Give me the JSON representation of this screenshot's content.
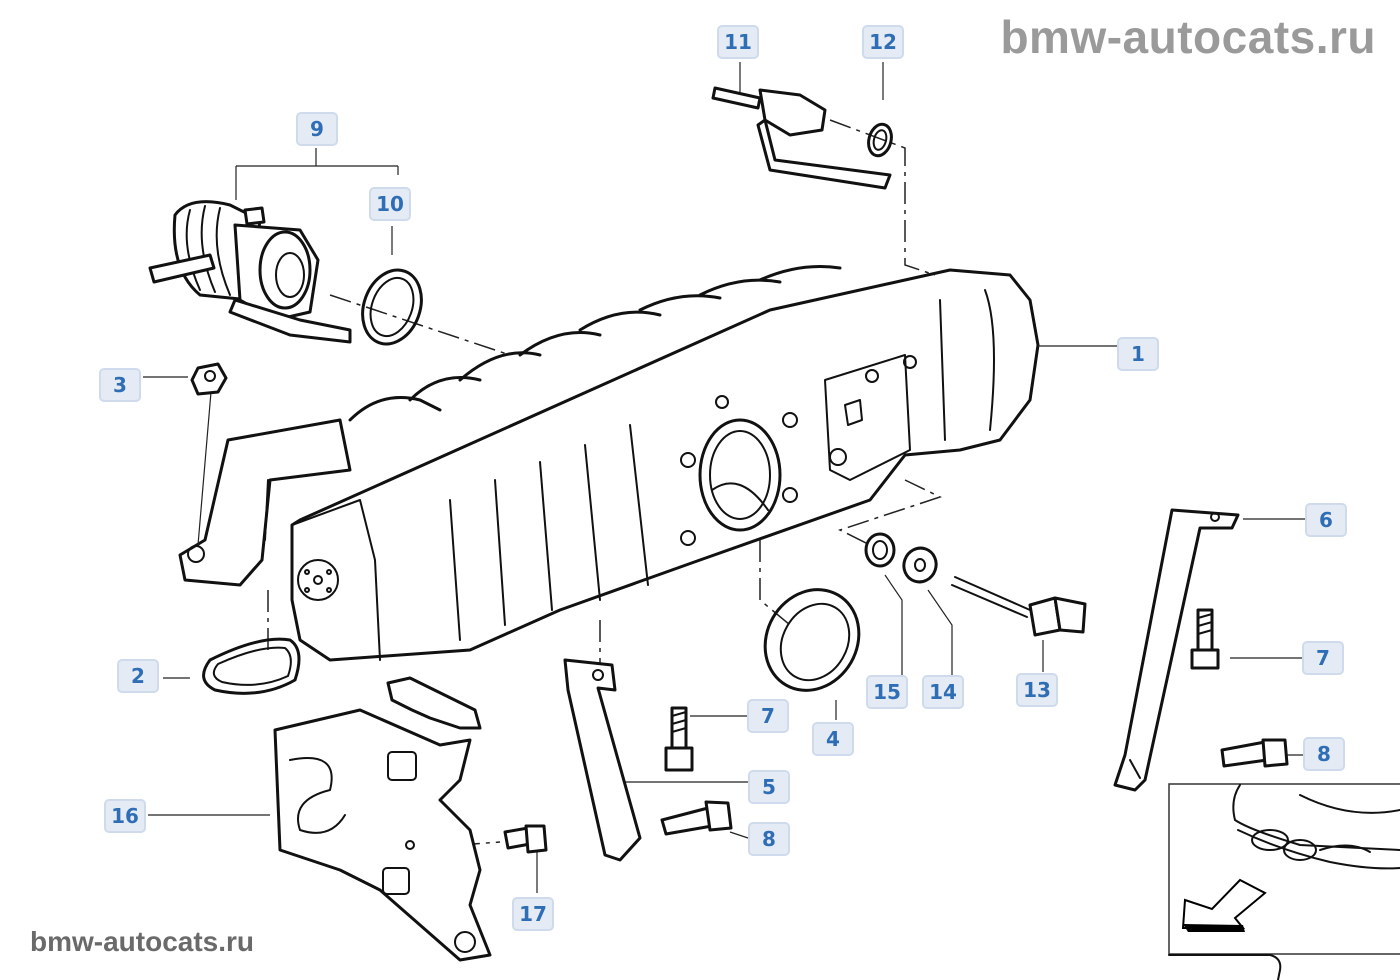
{
  "watermark_top": "bmw-autocats.ru",
  "watermark_bottom": "bmw-autocats.ru",
  "colors": {
    "callout_fill": "#e4ebf5",
    "callout_border": "#cfdbec",
    "callout_text": "#2f6db5",
    "line_art": "#111111",
    "watermark_top": "#9a9a9a",
    "watermark_bottom": "#6a6a6a"
  },
  "callouts": [
    {
      "id": "c1",
      "label": "1"
    },
    {
      "id": "c2",
      "label": "2"
    },
    {
      "id": "c3",
      "label": "3"
    },
    {
      "id": "c4",
      "label": "4"
    },
    {
      "id": "c5",
      "label": "5"
    },
    {
      "id": "c6",
      "label": "6"
    },
    {
      "id": "c7a",
      "label": "7"
    },
    {
      "id": "c7b",
      "label": "7"
    },
    {
      "id": "c8a",
      "label": "8"
    },
    {
      "id": "c8b",
      "label": "8"
    },
    {
      "id": "c9",
      "label": "9"
    },
    {
      "id": "c10",
      "label": "10"
    },
    {
      "id": "c11",
      "label": "11"
    },
    {
      "id": "c12",
      "label": "12"
    },
    {
      "id": "c13",
      "label": "13"
    },
    {
      "id": "c14",
      "label": "14"
    },
    {
      "id": "c15",
      "label": "15"
    },
    {
      "id": "c16",
      "label": "16"
    },
    {
      "id": "c17",
      "label": "17"
    }
  ],
  "parts": [
    {
      "num": "1",
      "name": "intake-manifold"
    },
    {
      "num": "2",
      "name": "gasket"
    },
    {
      "num": "3",
      "name": "hex-nut"
    },
    {
      "num": "4",
      "name": "throttle-seal-ring"
    },
    {
      "num": "5",
      "name": "bracket"
    },
    {
      "num": "6",
      "name": "support-bracket"
    },
    {
      "num": "7",
      "name": "hex-bolt"
    },
    {
      "num": "8",
      "name": "hex-bolt"
    },
    {
      "num": "9",
      "name": "idle-valve-assembly"
    },
    {
      "num": "10",
      "name": "o-ring"
    },
    {
      "num": "11",
      "name": "valve"
    },
    {
      "num": "12",
      "name": "o-ring"
    },
    {
      "num": "13",
      "name": "sensor"
    },
    {
      "num": "14",
      "name": "washer"
    },
    {
      "num": "15",
      "name": "grommet"
    },
    {
      "num": "16",
      "name": "holder-plate"
    },
    {
      "num": "17",
      "name": "screw"
    }
  ],
  "thumbnail": {
    "name": "vehicle-location-thumbnail",
    "arrow": "location-arrow-icon"
  }
}
